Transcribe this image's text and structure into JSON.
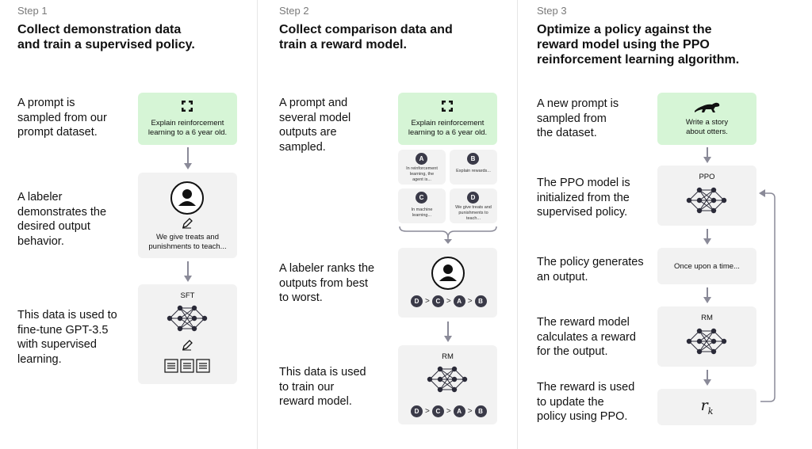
{
  "step1": {
    "step_label": "Step 1",
    "title_line1": "Collect demonstration data",
    "title_line2": "and train a supervised policy.",
    "desc1": [
      "A prompt is",
      "sampled from our",
      "prompt dataset."
    ],
    "desc2": [
      "A labeler",
      "demonstrates the",
      "desired output",
      "behavior."
    ],
    "desc3": [
      "This data is used to",
      "fine-tune GPT-3.5",
      "with supervised",
      "learning."
    ],
    "prompt_text": [
      "Explain reinforcement",
      "learning to a 6 year old."
    ],
    "demo_text": [
      "We give treats and",
      "punishments to teach..."
    ],
    "model_label": "SFT"
  },
  "step2": {
    "step_label": "Step 2",
    "title_line1": "Collect comparison data and",
    "title_line2": "train a reward model.",
    "desc1": [
      "A prompt and",
      "several model",
      "outputs are",
      "sampled."
    ],
    "desc2": [
      "A labeler ranks the",
      "outputs from best",
      "to worst."
    ],
    "desc3": [
      "This data is used",
      "to train our",
      "reward model."
    ],
    "prompt_text": [
      "Explain reinforcement",
      "learning to a 6 year old."
    ],
    "outputs": [
      {
        "letter": "A",
        "text": [
          "In reinforcement",
          "learning, the",
          "agent is..."
        ]
      },
      {
        "letter": "B",
        "text": [
          "Explain rewards..."
        ]
      },
      {
        "letter": "C",
        "text": [
          "In machine",
          "learning..."
        ]
      },
      {
        "letter": "D",
        "text": [
          "We give treats and",
          "punishments to",
          "teach..."
        ]
      }
    ],
    "ranking": [
      "D",
      "C",
      "A",
      "B"
    ],
    "ranking_sep": ">",
    "model_label": "RM"
  },
  "step3": {
    "step_label": "Step 3",
    "title_line1": "Optimize a policy against the",
    "title_line2": "reward model using the PPO",
    "title_line3": "reinforcement learning algorithm.",
    "desc1": [
      "A new prompt is",
      "sampled from",
      "the dataset."
    ],
    "desc2": [
      "The PPO model is",
      "initialized from the",
      "supervised policy."
    ],
    "desc3": [
      "The policy generates",
      "an output."
    ],
    "desc4": [
      "The reward model",
      "calculates a reward",
      "for the output."
    ],
    "desc5": [
      "The reward is used",
      "to update the",
      "policy using PPO."
    ],
    "prompt_text": [
      "Write a story",
      "about otters."
    ],
    "ppo_label": "PPO",
    "output_text": "Once upon a time...",
    "rm_label": "RM",
    "reward_symbol": "r",
    "reward_sub": "k"
  },
  "colors": {
    "prompt_box": "#d6f5d6",
    "gray_box": "#f2f2f2",
    "arrow": "#8a8a98",
    "node": "#2a2a38"
  },
  "icons": [
    "recycle-icon",
    "person-icon",
    "pencil-icon",
    "neural-network-icon",
    "document-icon",
    "otter-icon",
    "brace-icon"
  ]
}
